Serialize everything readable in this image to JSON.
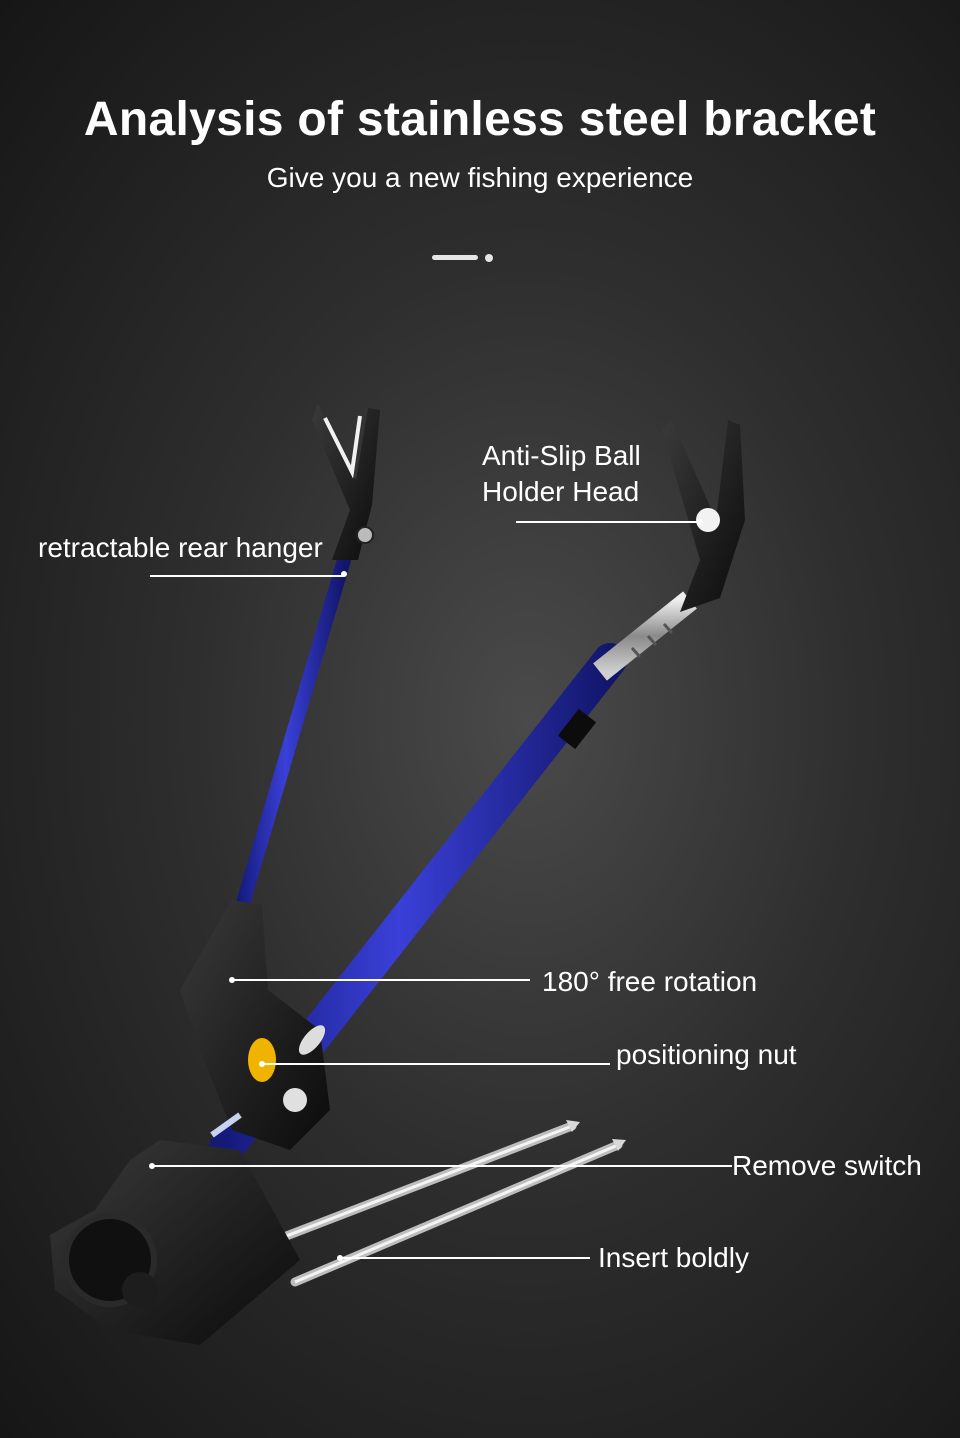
{
  "header": {
    "title": "Analysis of stainless steel bracket",
    "subtitle": "Give you a new fishing experience"
  },
  "callouts": {
    "anti_slip_line1": "Anti-Slip Ball",
    "anti_slip_line2": "Holder Head",
    "rear_hanger": "retractable rear hanger",
    "free_rotation": "180° free rotation",
    "positioning_nut": "positioning nut",
    "remove_switch": "Remove switch",
    "insert_boldly": "Insert boldly"
  },
  "colors": {
    "tube": "#2c31b8",
    "nut": "#f0b400",
    "plastic": "#141414",
    "text": "#ffffff"
  }
}
